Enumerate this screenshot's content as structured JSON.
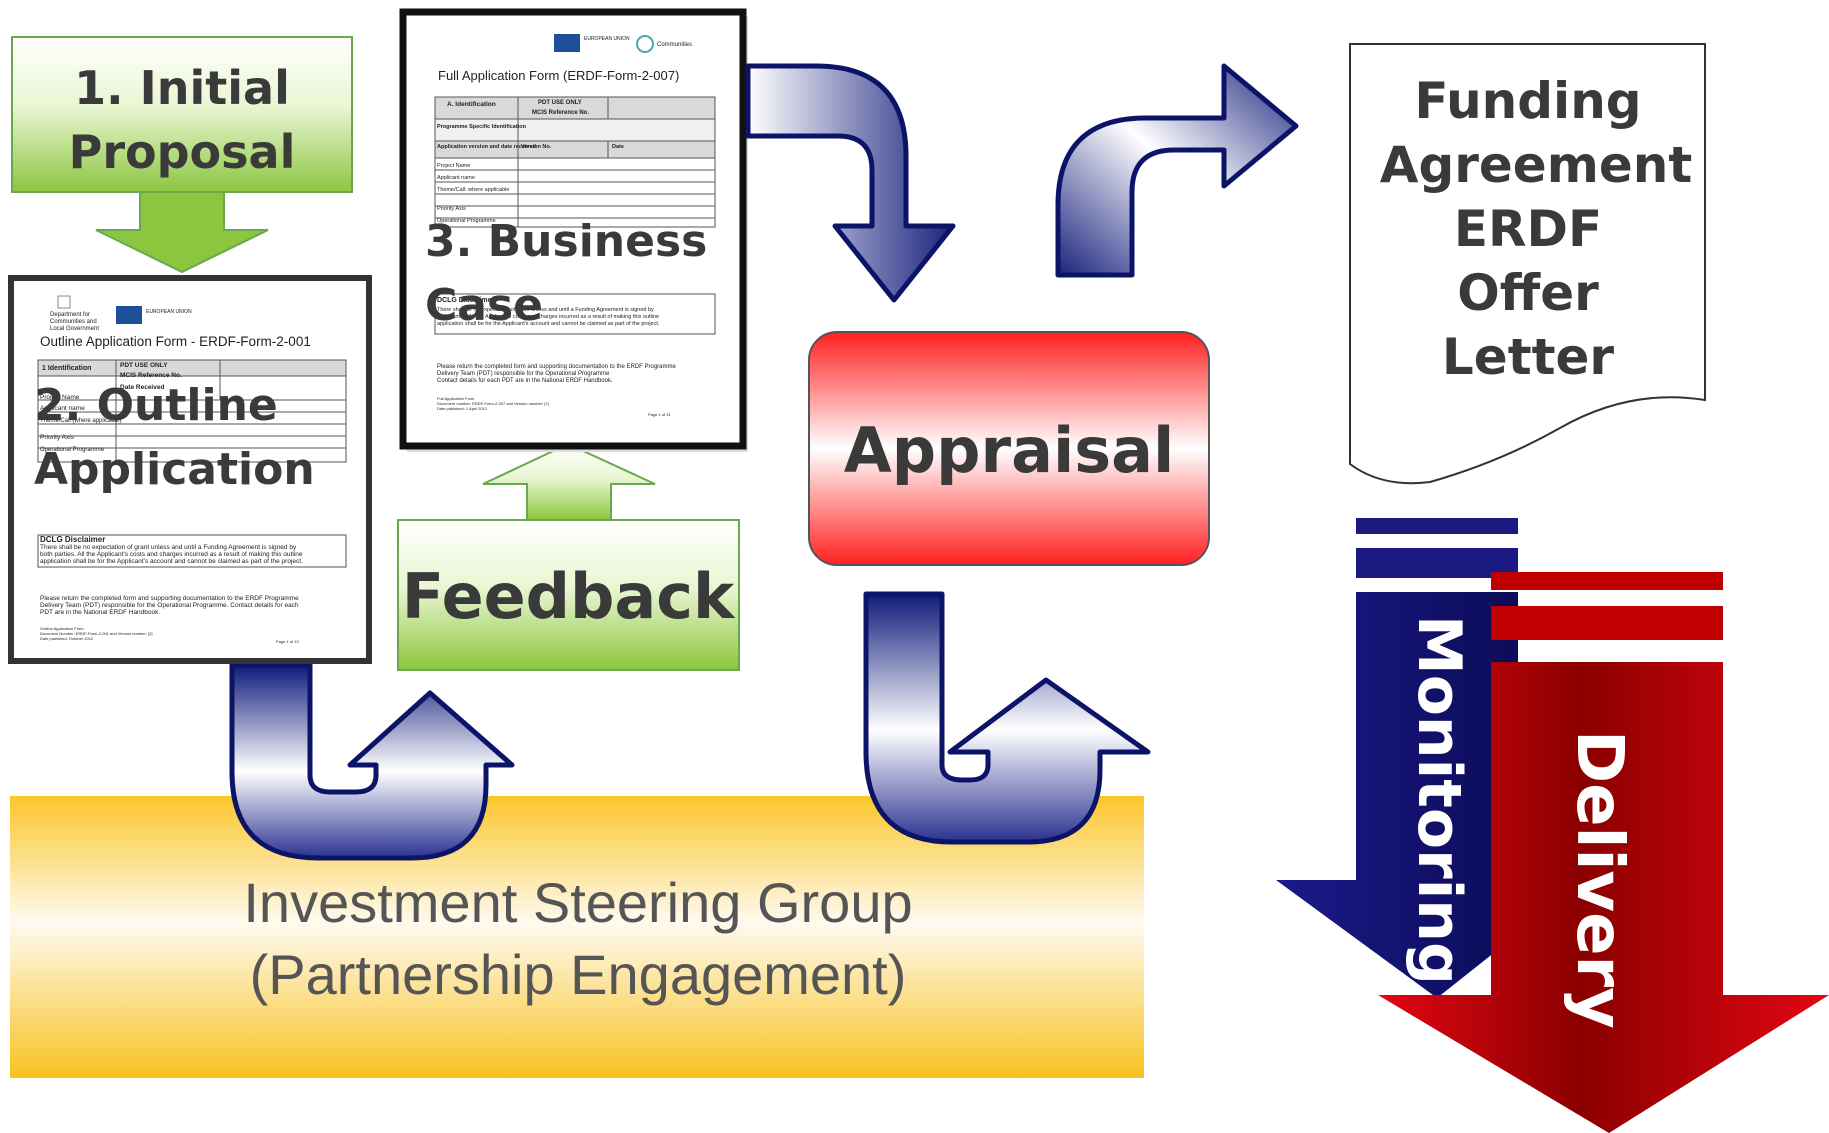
{
  "steps": {
    "initial_proposal": {
      "line1": "1. Initial",
      "line2": "Proposal"
    },
    "outline_application": {
      "line1": "2. Outline",
      "line2": "Application"
    },
    "business_case": {
      "line1": "3. Business",
      "line2": "Case"
    },
    "feedback": "Feedback",
    "appraisal": "Appraisal",
    "funding_agreement": [
      "Funding",
      "Agreement",
      "ERDF",
      "Offer",
      "Letter"
    ],
    "monitoring": "Monitoring",
    "delivery": "Delivery"
  },
  "steering_group": {
    "line1": "Investment Steering Group",
    "line2": "(Partnership Engagement)"
  },
  "outline_form": {
    "org_line1": "Department for",
    "org_line2": "Communities and",
    "org_line3": "Local Government",
    "eu_logo_text": "EUROPEAN UNION",
    "title": "Outline Application Form - ERDF-Form-2-001",
    "table": {
      "col1_header": "1   Identification",
      "col2_header": "PDT USE ONLY",
      "col2_sub1": "MCIS Reference No.",
      "col2_sub2": "Date Received",
      "rows": [
        "Project Name",
        "Applicant name",
        "Theme/Call (where applicable)",
        "Priority Axis",
        "Operational Programme"
      ]
    },
    "disclaimer_title": "DCLG Disclaimer",
    "disclaimer_text": [
      "There shall be no expectation of grant unless and until a Funding Agreement is signed by",
      "both parties.  All the Applicant's costs and charges incurred as a result of making this outline",
      "application shall be for the Applicant's account and cannot be claimed as part of the project."
    ],
    "return_text": [
      "Please return the completed form and supporting documentation to the ERDF Programme",
      "Delivery Team (PDT) responsible for the Operational Programme. Contact details for each",
      "PDT are in the National ERDF Handbook."
    ],
    "footer": [
      "Outline Application Form",
      "Document Number: ERDF-Form-2-001  and Version number: [2]",
      "Date published: October 2012"
    ],
    "page": "Page 1 of 13"
  },
  "full_form": {
    "eu_logo_text": "EUROPEAN UNION",
    "communities_text": "Communities",
    "title": "Full Application Form (ERDF-Form-2-007)",
    "table": {
      "col1_header": "A. Identification",
      "col2_header": "PDT USE ONLY",
      "col2_sub": "MCIS Reference No.",
      "row_programme": "Programme Specific Identification",
      "row_version": "Application version and date received",
      "version_no": "Version No.",
      "date": "Date",
      "rows": [
        "Project Name",
        "Applicant name",
        "Theme/Call: where applicable",
        "Priority Axis",
        "Operational Programme"
      ]
    },
    "disclaimer_title": "DCLG Disclaimer",
    "disclaimer_text": [
      "There shall be no expectation of grant unless and until a Funding Agreement is signed by",
      "both parties. All the Applicant's costs and charges incurred as a result of making this outline",
      "application shall be for the Applicant's account and cannot be claimed as part of the project."
    ],
    "return_text": [
      "Please return the completed form and supporting documentation to the ERDF Programme",
      "Delivery Team (PDT) responsible for the Operational Programme",
      "Contact details for each PDT are in the National ERDF Handbook."
    ],
    "footer": [
      "Full Application Form",
      "Document number: ERDF-Form-2-007 and Version number: [1]",
      "Date published: 1 April 2012"
    ],
    "page": "Page 1 of 31"
  }
}
